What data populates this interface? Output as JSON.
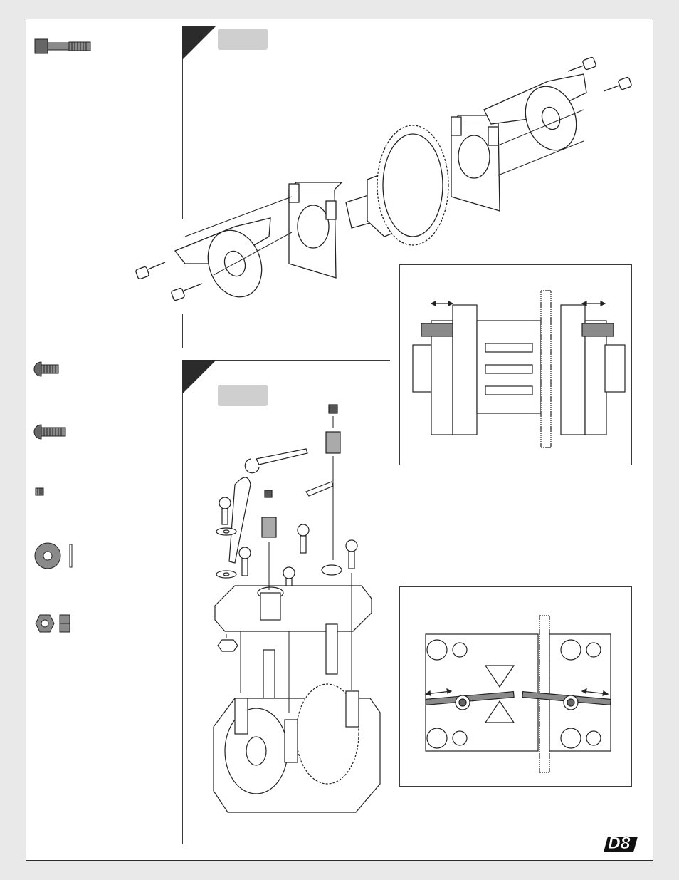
{
  "page": {
    "logo": "D8",
    "colors": {
      "ink": "#2b2b2b",
      "tab_gray": "#cfcfcf",
      "part_gray": "#8a8a8a",
      "background": "#e9e9e9"
    }
  },
  "parts_column": {
    "items": [
      {
        "icon": "cap-head-screw-icon"
      },
      {
        "icon": "button-head-screw-short-icon"
      },
      {
        "icon": "button-head-screw-long-icon"
      },
      {
        "icon": "set-screw-icon"
      },
      {
        "icon": "washer-icon"
      },
      {
        "icon": "nut-icon"
      }
    ]
  },
  "steps": [
    {
      "tab_label": "",
      "illustration": "exploded-center-differential-mounts"
    },
    {
      "tab_label": "",
      "illustration": "exploded-top-plate-assembly"
    }
  ],
  "detail_views": [
    {
      "illustration": "side-view-spacing-detail"
    },
    {
      "illustration": "top-view-brace-spacing-detail"
    }
  ]
}
